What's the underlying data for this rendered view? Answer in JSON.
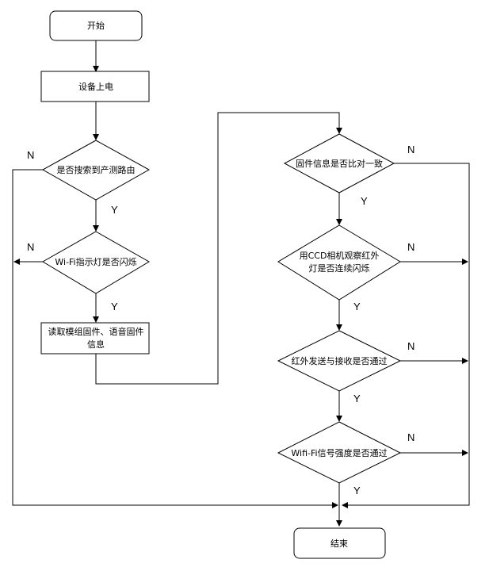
{
  "nodes": {
    "start": "开始",
    "power_on": "设备上电",
    "search_router": "是否搜索到产测路由",
    "wifi_blink": "Wi-Fi指示灯是否闪烁",
    "read_firmware_line1": "读取模组固件、语音固件",
    "read_firmware_line2": "信息",
    "firmware_compare": "固件信息是否比对一致",
    "ccd_line1": "用CCD相机观察红外",
    "ccd_line2": "灯是否连续闪烁",
    "ir_test": "红外发送与接收是否通过",
    "wifi_signal": "Wifi-Fi信号强度是否通过",
    "end": "结束"
  },
  "edges": {
    "search_yes": "Y",
    "search_no": "N",
    "blink_yes": "Y",
    "blink_no": "N",
    "compare_yes": "Y",
    "compare_no": "N",
    "ccd_yes": "Y",
    "ccd_no": "N",
    "ir_yes": "Y",
    "ir_no": "N",
    "signal_yes": "Y",
    "signal_no": "N"
  }
}
